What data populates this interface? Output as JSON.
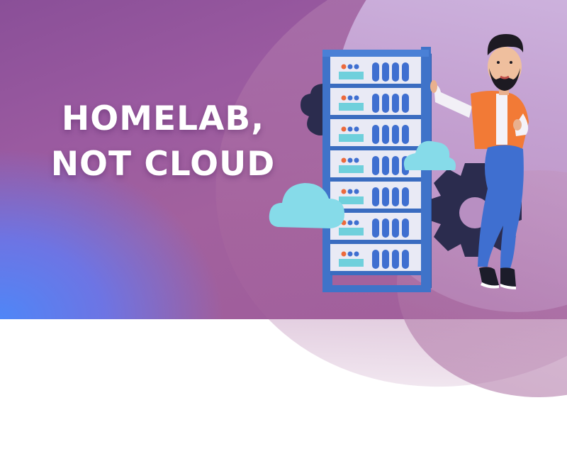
{
  "headline": {
    "line1": "HOMELAB,",
    "line2": "NOT CLOUD"
  },
  "illustration": {
    "subject": "server-rack-with-person",
    "elements": [
      "server-rack",
      "cloud",
      "cloud",
      "gear",
      "gear",
      "person"
    ],
    "rack_units": 7
  },
  "colors": {
    "background_left": "#4f86f7",
    "background_mid": "#9a5aa0",
    "background_right": "#d6c4ea",
    "rack_blue": "#3f73c9",
    "rack_panel": "#e9eaf5",
    "led_orange": "#ec6a3c",
    "led_blue": "#3f6fd0",
    "panel_cyan": "#6fd0dc",
    "cloud": "#86dbe9",
    "gear": "#2b2c4e",
    "shirt": "#f27a36",
    "jeans": "#3f6fd0"
  }
}
